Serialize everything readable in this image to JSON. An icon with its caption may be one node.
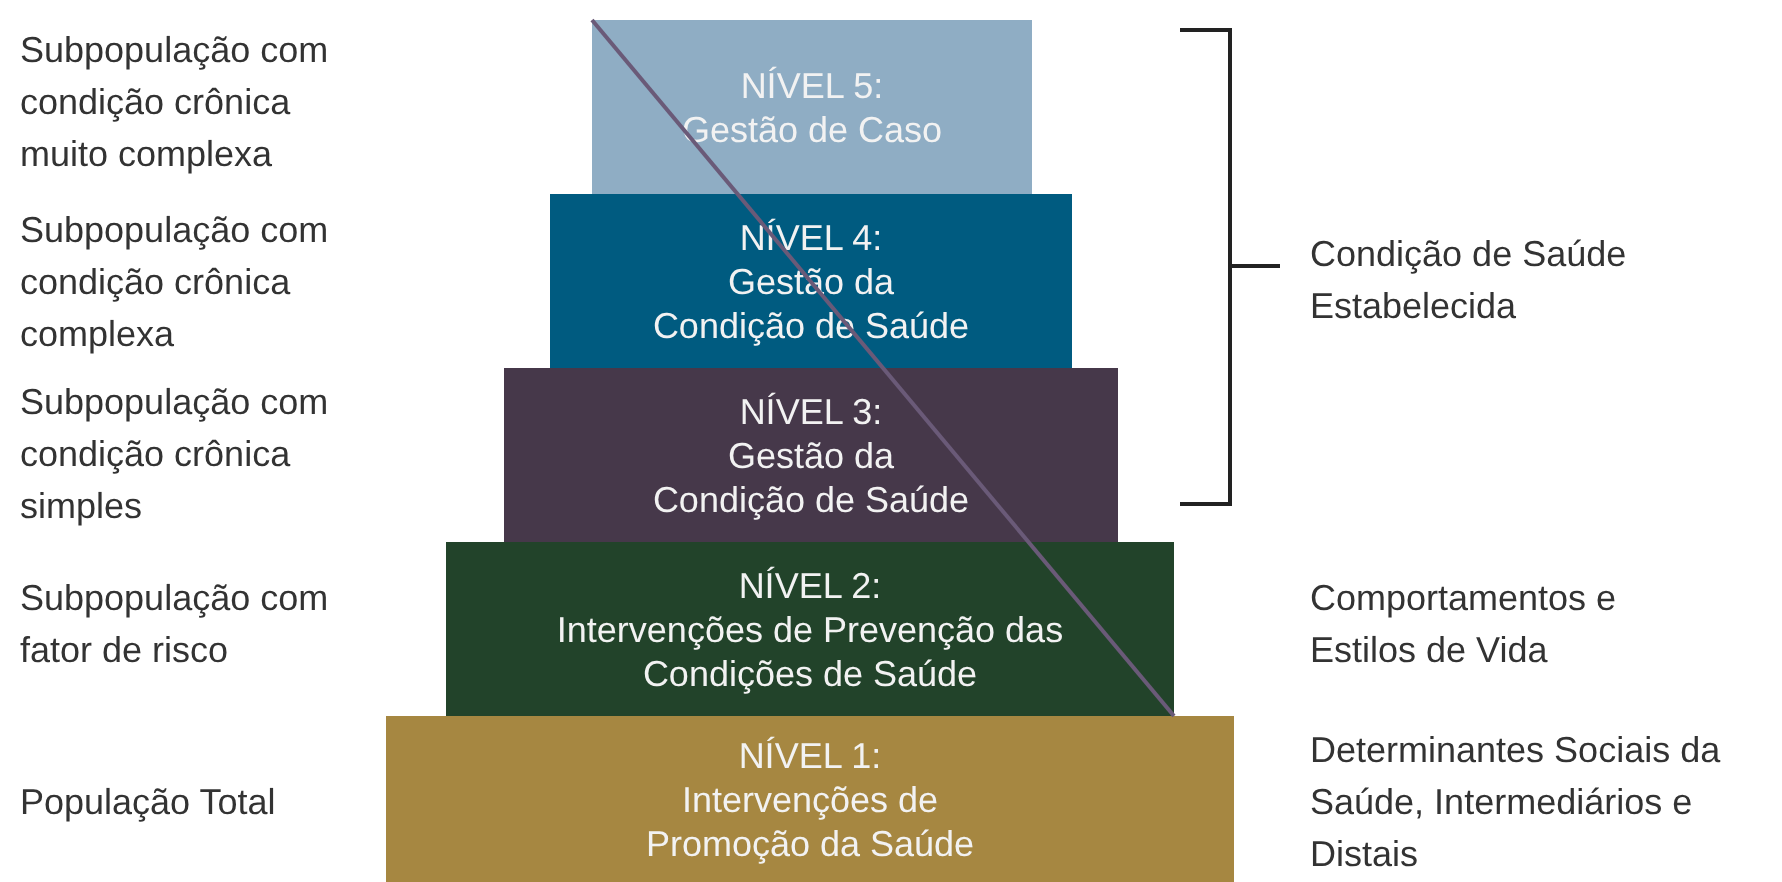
{
  "diagram": {
    "nodes": [
      {
        "text": [
          "NÍVEL 5:",
          "Gestão de Caso"
        ]
      },
      {
        "text": [
          "NÍVEL 4:",
          "Gestão da Condição de Saúde"
        ]
      },
      {
        "text": [
          "NÍVEL 3:",
          "Gestão da Condição de Saúde"
        ]
      },
      {
        "text": [
          "NÍVEL 2:",
          "Intervenções de Prevenção das Condições de Saúde"
        ]
      },
      {
        "text": [
          "NÍVEL 1:",
          "Intervenções de Promoção da Saúde"
        ]
      }
    ],
    "labels": [
      "Subpopulação com condição crônica muito complexa",
      "Subpopulação com condição crônica complexa",
      "Condição de Saúde Estabelecida",
      "Subpopulação com condição crônica simples",
      "Subpopulação com fator de risco",
      "Comportamentos e Estilos de Vida",
      "População Total",
      "Determinantes Sociais da Saúde, Intermediários e Distais"
    ]
  }
}
